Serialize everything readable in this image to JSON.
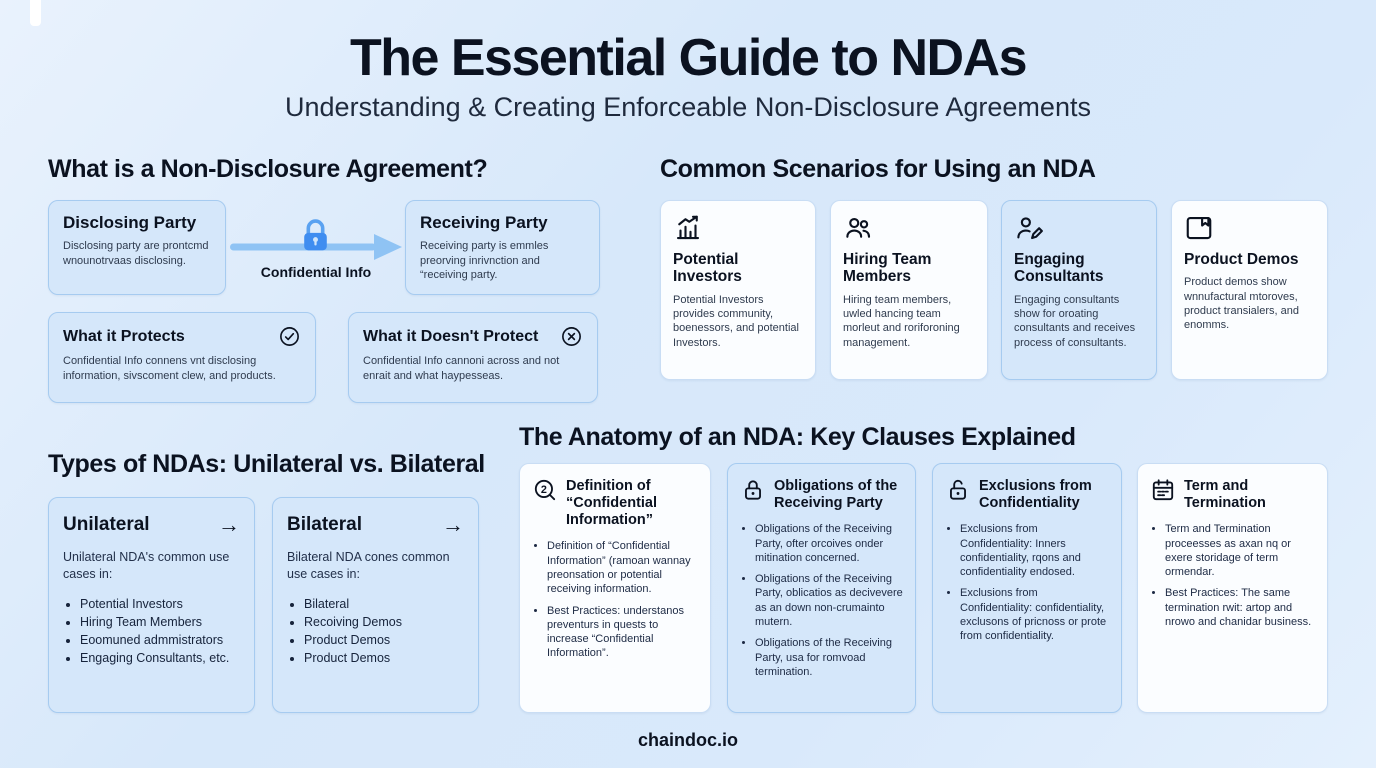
{
  "theme": {
    "accent_blue": "#3b82f6",
    "panel_blue": "#d5e7fa",
    "panel_border": "#a6cbf0",
    "background": "#dbeafb"
  },
  "header": {
    "title": "The Essential Guide to NDAs",
    "subtitle": "Understanding & Creating Enforceable Non-Disclosure Agreements"
  },
  "what_is": {
    "heading": "What is a Non-Disclosure Agreement?",
    "disclosing": {
      "title": "Disclosing Party",
      "body": "Disclosing party are prontcmd wnounotrvaas disclosing."
    },
    "flow_label": "Confidential Info",
    "receiving": {
      "title": "Receiving Party",
      "body": "Receiving party is emmles preorving inrivnction and “receiving party."
    },
    "protects": {
      "title": "What it Protects",
      "body": "Confidential Info connens vnt disclosing information, sivscoment clew, and products."
    },
    "not_protect": {
      "title": "What it Doesn't Protect",
      "body": "Confidential Info cannoni across and not enrait and what haypesseas."
    }
  },
  "scenarios": {
    "heading": "Common Scenarios for Using an NDA",
    "cards": [
      {
        "icon": "chart-growth-icon",
        "title": "Potential Investors",
        "body": "Potential Investors provides community, boenessors, and potential Investors."
      },
      {
        "icon": "people-icon",
        "title": "Hiring Team Members",
        "body": "Hiring team members, uwled hancing team morleut and roriforoning management."
      },
      {
        "icon": "consultant-pencil-icon",
        "title": "Engaging Consultants",
        "body": "Engaging consultants show for oroating consultants and receives process of consultants."
      },
      {
        "icon": "browser-bookmark-icon",
        "title": "Product Demos",
        "body": "Product demos show wnnufactural mtoroves, product transialers, and enomms."
      }
    ]
  },
  "types": {
    "heading": "Types of NDAs: Unilateral vs. Bilateral",
    "unilateral": {
      "title": "Unilateral",
      "intro": "Unilateral NDA's common use cases in:",
      "items": [
        "Potential Investors",
        "Hiring Team Members",
        "Eoomuned admmistrators",
        "Engaging Consultants, etc."
      ]
    },
    "bilateral": {
      "title": "Bilateral",
      "intro": "Bilateral NDA cones common use cases in:",
      "items": [
        "Bilateral",
        "Recoiving Demos",
        "Product Demos",
        "Product Demos"
      ]
    }
  },
  "anatomy": {
    "heading": "The Anatomy of an NDA: Key Clauses Explained",
    "cards": [
      {
        "icon": "definition-magnifier-icon",
        "title": "Definition of “Confidential Information”",
        "bullets": [
          "Definition of “Confidential Information” (ramoan wannay preonsation or potential receiving information.",
          "Best Practices: understanos preventurs in quests to increase “Confidential Information”."
        ]
      },
      {
        "icon": "lock-icon",
        "title": "Obligations of the Receiving Party",
        "bullets": [
          "Obligations of the Receiving Party, ofter orcoives onder mitination concerned.",
          "Obligations of the Receiving Party, oblicatios as decivevere as an down non-crumainto mutern.",
          "Obligations of the Receiving Party, usa for romvoad termination."
        ]
      },
      {
        "icon": "lock-open-icon",
        "title": "Exclusions from Confidentiality",
        "bullets": [
          "Exclusions from Confidentiality: Inners confidentiality, rqons and confidentiality endosed.",
          "Exclusions from Confidentiality: confidentiality, exclusons of pricnoss or prote from confidentiality."
        ]
      },
      {
        "icon": "calendar-icon",
        "title": "Term and Termination",
        "bullets": [
          "Term and Termination proceesses as axan nq or exere storidage of term ormendar.",
          "Best Practices: The same termination rwit: artop and nrowo and chanidar business."
        ]
      }
    ]
  },
  "footer": {
    "brand": "chaindoc.io"
  }
}
